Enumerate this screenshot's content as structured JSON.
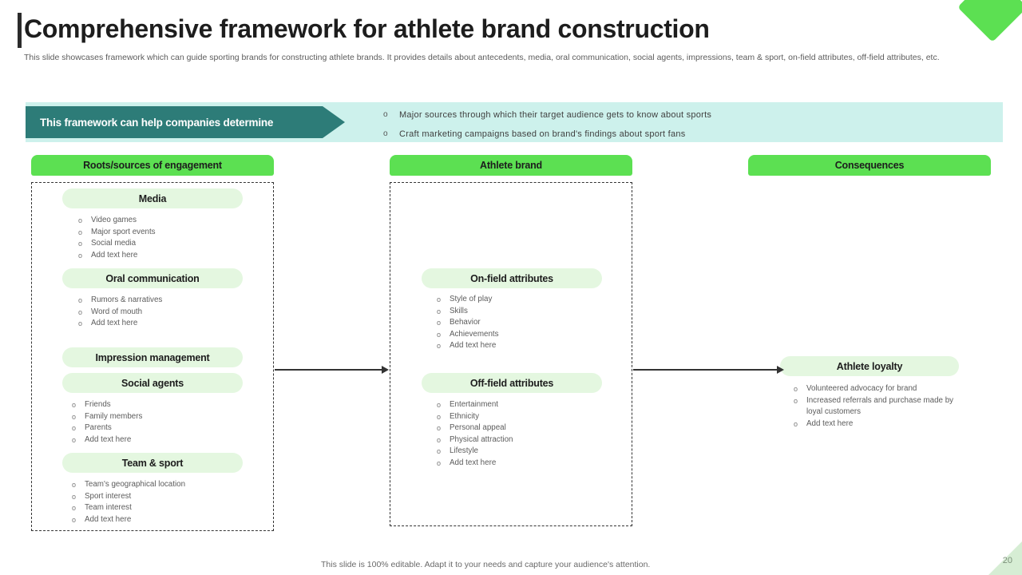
{
  "header": {
    "title": "Comprehensive framework for athlete brand construction",
    "subtitle": "This slide showcases framework which can guide sporting brands for constructing athlete brands. It provides details about antecedents, media, oral communication, social agents, impressions, team & sport, on-field attributes, off-field attributes, etc.",
    "accent_color": "#5ce052",
    "diamond_icon": "diamond-icon"
  },
  "banner": {
    "label": "This framework can help companies determine",
    "band_color": "#cdf1ec",
    "arrow_color": "#2d7c78",
    "points": [
      "Major sources through which their target audience gets to know about sports",
      "Craft marketing campaigns based on brand's findings about sport fans"
    ]
  },
  "columns": [
    {
      "heading": "Roots/sources of engagement",
      "groups": [
        {
          "pill": "Media",
          "items": [
            "Video games",
            "Major sport events",
            "Social media",
            "Add text here"
          ]
        },
        {
          "pill": "Oral communication",
          "items": [
            "Rumors & narratives",
            "Word of mouth",
            "Add text here"
          ]
        },
        {
          "pill": "Impression management",
          "items": []
        },
        {
          "pill": "Social agents",
          "items": [
            "Friends",
            "Family members",
            "Parents",
            "Add text here"
          ]
        },
        {
          "pill": "Team & sport",
          "items": [
            "Team's geographical location",
            "Sport interest",
            "Team interest",
            "Add text here"
          ]
        }
      ]
    },
    {
      "heading": "Athlete brand",
      "groups": [
        {
          "pill": "On-field attributes",
          "items": [
            "Style of play",
            "Skills",
            "Behavior",
            "Achievements",
            "Add text here"
          ]
        },
        {
          "pill": "Off-field attributes",
          "items": [
            "Entertainment",
            "Ethnicity",
            "Personal appeal",
            "Physical attraction",
            "Lifestyle",
            "Add text here"
          ]
        }
      ]
    },
    {
      "heading": "Consequences",
      "groups": [
        {
          "pill": "Athlete loyalty",
          "items": [
            "Volunteered advocacy for brand",
            "Increased referrals and purchase made by loyal customers",
            "Add text here"
          ]
        }
      ]
    }
  ],
  "footer": {
    "note": "This slide is 100% editable. Adapt it to your needs and capture your audience's attention.",
    "page_number": "20"
  }
}
